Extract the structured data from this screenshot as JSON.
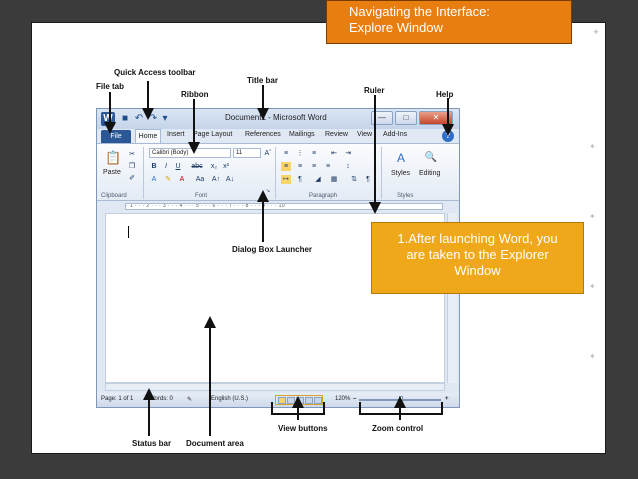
{
  "slide": {
    "title_lines": [
      "Navigating the Interface:",
      "Explore Window"
    ],
    "note_lines": [
      "1.After launching Word, you",
      "are taken to the Explorer",
      "Window"
    ],
    "colors": {
      "title_bg": "#e87e10",
      "note_bg": "#f0a81b",
      "background": "#3b3b3b"
    }
  },
  "callouts": {
    "quick_access_toolbar": "Quick Access toolbar",
    "file_tab": "File tab",
    "ribbon": "Ribbon",
    "title_bar": "Title bar",
    "ruler": "Ruler",
    "help": "Help",
    "dialog_box_launcher": "Dialog Box Launcher",
    "status_bar": "Status bar",
    "document_area": "Document area",
    "view_buttons": "View buttons",
    "zoom_control": "Zoom control"
  },
  "word": {
    "app_icon": "W",
    "title": "Document1 - Microsoft Word",
    "qat_icons": [
      "save-icon",
      "undo-icon",
      "redo-icon",
      "customize-icon"
    ],
    "tabs": [
      "File",
      "Home",
      "Insert",
      "Page Layout",
      "References",
      "Mailings",
      "Review",
      "View",
      "Add-Ins"
    ],
    "help_glyph": "?",
    "ribbon": {
      "paste_label": "Paste",
      "clipboard_label": "Clipboard",
      "font_name": "Calibri (Body)",
      "font_size": "11",
      "font_label": "Font",
      "paragraph_label": "Paragraph",
      "styles_label": "Styles",
      "editing_label": "Editing"
    },
    "status": {
      "page": "Page: 1 of 1",
      "words": "Words: 0",
      "language": "English (U.S.)",
      "zoom": "120%",
      "zoom_minus": "–",
      "zoom_plus": "+"
    }
  }
}
